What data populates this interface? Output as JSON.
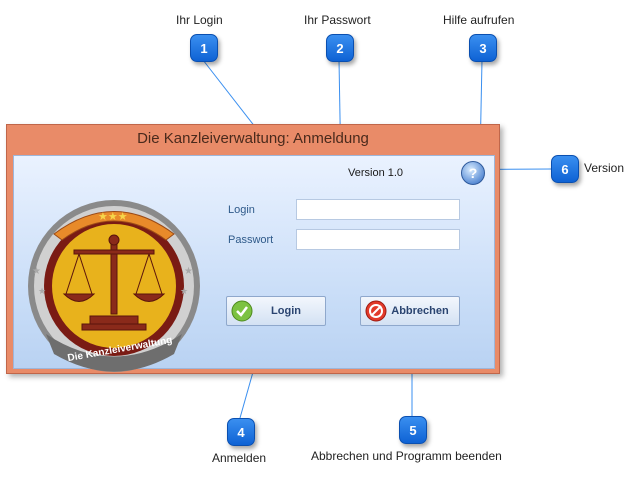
{
  "callouts": [
    {
      "num": "1",
      "label": "Ihr Login"
    },
    {
      "num": "2",
      "label": "Ihr Passwort"
    },
    {
      "num": "3",
      "label": "Hilfe aufrufen"
    },
    {
      "num": "4",
      "label": "Anmelden"
    },
    {
      "num": "5",
      "label": "Abbrechen und Programm beenden"
    },
    {
      "num": "6",
      "label": "Version"
    }
  ],
  "window": {
    "title": "Die Kanzleiverwaltung: Anmeldung",
    "version": "Version 1.0",
    "login_label": "Login",
    "login_value": "",
    "password_label": "Passwort",
    "password_value": "",
    "login_button": "Login",
    "cancel_button": "Abbrechen",
    "logo_text": "Die Kanzleiverwaltung",
    "help_icon": "help-icon"
  },
  "colors": {
    "window_frame": "#e98b68",
    "badge": "#1a73e8",
    "panel": "#c7dcf7"
  }
}
